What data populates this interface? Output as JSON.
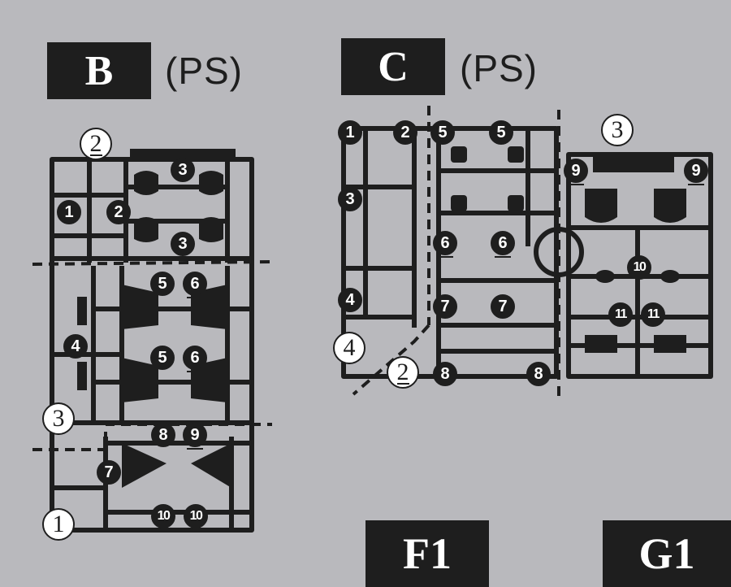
{
  "sheets": [
    {
      "id": "B",
      "letter": "B",
      "material": "(PS)"
    },
    {
      "id": "C",
      "letter": "C",
      "material": "(PS)"
    },
    {
      "id": "F1",
      "letter": "F1"
    },
    {
      "id": "G1",
      "letter": "G1"
    }
  ],
  "part_numbers": {
    "B": [
      "1",
      "2",
      "3",
      "3",
      "4",
      "5",
      "6",
      "5",
      "6",
      "7",
      "8",
      "9",
      "10",
      "10"
    ],
    "C": [
      "1",
      "2",
      "3",
      "4",
      "5",
      "5",
      "6",
      "6",
      "7",
      "7",
      "8",
      "8",
      "9",
      "9",
      "10",
      "11",
      "11"
    ]
  },
  "frame_markers": {
    "B": [
      "2",
      "3",
      "1"
    ],
    "C": [
      "3",
      "4",
      "2"
    ]
  },
  "colors": {
    "background": "#b9b9bd",
    "ink": "#1e1e1e",
    "marker_fill": "#ffffff"
  }
}
